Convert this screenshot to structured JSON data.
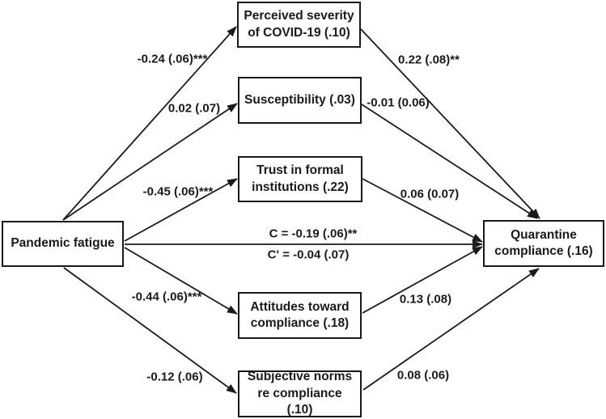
{
  "figure": {
    "type": "mediation-path-diagram",
    "nodes": {
      "pandemic_fatigue": {
        "label": "Pandemic fatigue"
      },
      "perceived_severity": {
        "label": "Perceived severity of COVID-19 (.10)"
      },
      "susceptibility": {
        "label": "Susceptibility (.03)"
      },
      "trust": {
        "label": "Trust in formal institutions (.22)"
      },
      "attitudes": {
        "label": "Attitudes toward compliance (.18)"
      },
      "subjective_norms": {
        "label": "Subjective norms re compliance (.10)"
      },
      "quarantine": {
        "label": "Quarantine compliance (.16)"
      }
    },
    "coefficients": {
      "to_perceived_severity": "-0.24 (.06)***",
      "to_susceptibility": "0.02 (.07)",
      "to_trust": "-0.45 (.06)***",
      "to_attitudes": "-0.44 (.06)***",
      "to_subjective_norms": "-0.12 (.06)",
      "from_perceived_severity": "0.22 (.08)**",
      "from_susceptibility": "-0.01 (0.06)",
      "from_trust": "0.06 (0.07)",
      "from_attitudes": "0.13 (.08)",
      "from_subjective_norms": "0.08 (.06)",
      "direct_total": "C = -0.19 (.06)**",
      "direct_prime": "C' = -0.04 (.07)"
    },
    "colors": {
      "line": "#1a1a1a",
      "text": "#1a1a1a",
      "box_border": "#1a1a1a",
      "background": "#ffffff"
    }
  }
}
